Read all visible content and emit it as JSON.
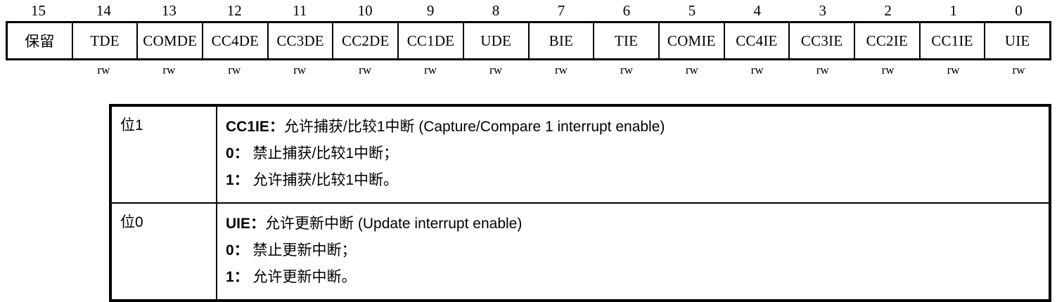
{
  "register_map": {
    "bit_numbers": [
      "15",
      "14",
      "13",
      "12",
      "11",
      "10",
      "9",
      "8",
      "7",
      "6",
      "5",
      "4",
      "3",
      "2",
      "1",
      "0"
    ],
    "fields": [
      "保留",
      "TDE",
      "COMDE",
      "CC4DE",
      "CC3DE",
      "CC2DE",
      "CC1DE",
      "UDE",
      "BIE",
      "TIE",
      "COMIE",
      "CC4IE",
      "CC3IE",
      "CC2IE",
      "CC1IE",
      "UIE"
    ],
    "access": [
      "",
      "rw",
      "rw",
      "rw",
      "rw",
      "rw",
      "rw",
      "rw",
      "rw",
      "rw",
      "rw",
      "rw",
      "rw",
      "rw",
      "rw",
      "rw"
    ]
  },
  "descriptions": [
    {
      "bit_label": "位1",
      "field_name": "CC1IE",
      "separator": "：",
      "title_cn": "允许捕获/比较1中断",
      "title_en": "(Capture/Compare 1 interrupt enable)",
      "value_0_key": "0",
      "value_0_sep": "：",
      "value_0_text": "禁止捕获/比较1中断；",
      "value_1_key": "1",
      "value_1_sep": "：",
      "value_1_text": "允许捕获/比较1中断。"
    },
    {
      "bit_label": "位0",
      "field_name": "UIE",
      "separator": "：",
      "title_cn": "允许更新中断",
      "title_en": "(Update interrupt enable)",
      "value_0_key": "0",
      "value_0_sep": "：",
      "value_0_text": "禁止更新中断；",
      "value_1_key": "1",
      "value_1_sep": "：",
      "value_1_text": "允许更新中断。"
    }
  ],
  "colors": {
    "border": "#000000",
    "background": "#ffffff",
    "text": "#000000"
  }
}
